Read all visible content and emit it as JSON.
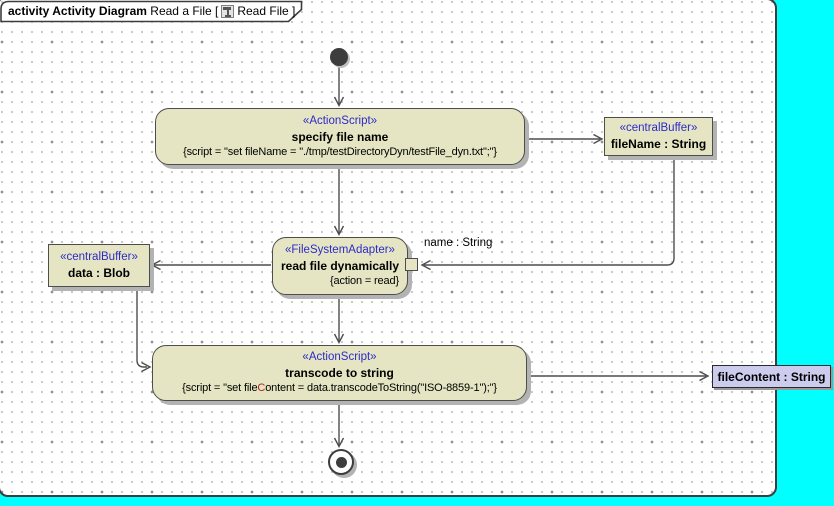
{
  "frame": {
    "header": {
      "kind_label": "activity Activity Diagram",
      "name_label": "Read a File [",
      "ref_label": "Read File ]"
    }
  },
  "icons": {
    "header_icon": "activity-diagram-icon"
  },
  "colors": {
    "outside_background": "#00ffff",
    "canvas_background": "#ffffff",
    "node_fill": "#e5e5c3",
    "node_border": "#4d4d4d",
    "stereotype_text": "#2b2bc9",
    "object_node_fill": "#ccccee",
    "highlight_char": "#b22222",
    "connector": "#4d4d4d"
  },
  "nodes": {
    "action_specify": {
      "stereotype": "«ActionScript»",
      "name": "specify file name",
      "script": "{script = \"set fileName = \"./tmp/testDirectoryDyn/testFile_dyn.txt\";\"}"
    },
    "buffer_filename": {
      "stereotype": "«centralBuffer»",
      "name": "fileName : String"
    },
    "adapter_read": {
      "stereotype": "«FileSystemAdapter»",
      "name": "read file dynamically",
      "constraint": "{action = read}",
      "pin_label": "name : String"
    },
    "buffer_data": {
      "stereotype": "«centralBuffer»",
      "name": "data : Blob"
    },
    "action_transcode": {
      "stereotype": "«ActionScript»",
      "name": "transcode to string",
      "script_prefix": "{script = \"set file",
      "script_highlight": "C",
      "script_suffix": "ontent = data.transcodeToString(\"ISO-8859-1\");\"}"
    },
    "object_filecontent": {
      "name": "fileContent : String"
    }
  }
}
